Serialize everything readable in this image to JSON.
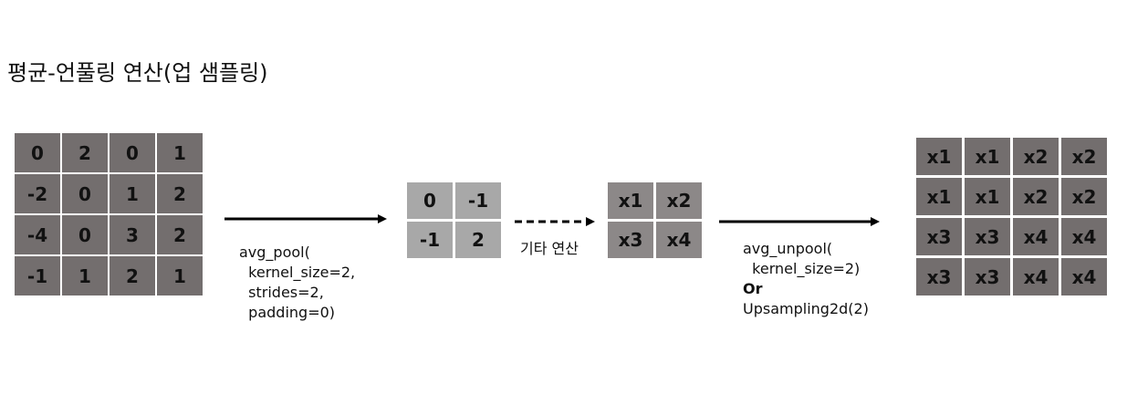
{
  "title": "평균-언풀링 연산(업 샘플링)",
  "input_matrix": [
    [
      "0",
      "2",
      "0",
      "1"
    ],
    [
      "-2",
      "0",
      "1",
      "2"
    ],
    [
      "-4",
      "0",
      "3",
      "2"
    ],
    [
      "-1",
      "1",
      "2",
      "1"
    ]
  ],
  "pooled_matrix": [
    [
      "0",
      "-1"
    ],
    [
      "-1",
      "2"
    ]
  ],
  "other_op_label": "기타 연산",
  "op_matrix": [
    [
      "x1",
      "x2"
    ],
    [
      "x3",
      "x4"
    ]
  ],
  "output_matrix": [
    [
      "x1",
      "x1",
      "x2",
      "x2"
    ],
    [
      "x1",
      "x1",
      "x2",
      "x2"
    ],
    [
      "x3",
      "x3",
      "x4",
      "x4"
    ],
    [
      "x3",
      "x3",
      "x4",
      "x4"
    ]
  ],
  "avg_pool": {
    "line1": "avg_pool(",
    "line2": "kernel_size=2,",
    "line3": "strides=2,",
    "line4": "padding=0)"
  },
  "avg_unpool": {
    "line1": "avg_unpool(",
    "line2": "kernel_size=2)",
    "line3": "Or",
    "line4": "Upsampling2d(2)"
  },
  "colors": {
    "dark_cell": "#736e6e",
    "light_cell": "#a8a8a8",
    "mid_cell": "#8c8888"
  }
}
